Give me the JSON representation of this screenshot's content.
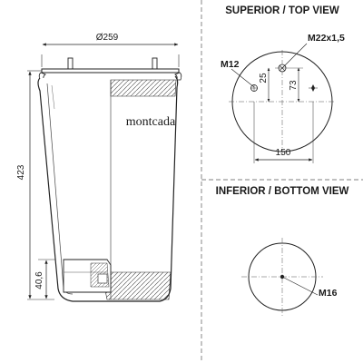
{
  "views": {
    "top_header": "SUPERIOR / TOP VIEW",
    "bottom_header": "INFERIOR / BOTTOM VIEW"
  },
  "side_view": {
    "diameter": "Ø259",
    "height": "423",
    "base_height": "40,6",
    "brand": "montcada"
  },
  "top_view": {
    "thread_left": "M12",
    "thread_right": "M22x1,5",
    "offset_left": "25",
    "offset_right": "73",
    "stud_spacing": "150"
  },
  "bottom_view": {
    "thread": "M16"
  }
}
